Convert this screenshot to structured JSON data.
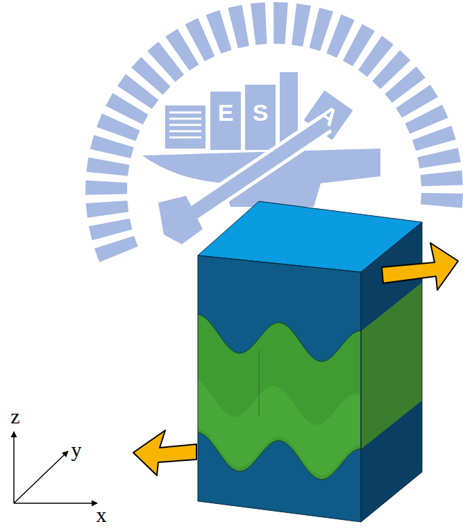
{
  "diagram": {
    "labels": [
      "E",
      "S",
      "A",
      "z",
      "y",
      "x"
    ]
  }
}
